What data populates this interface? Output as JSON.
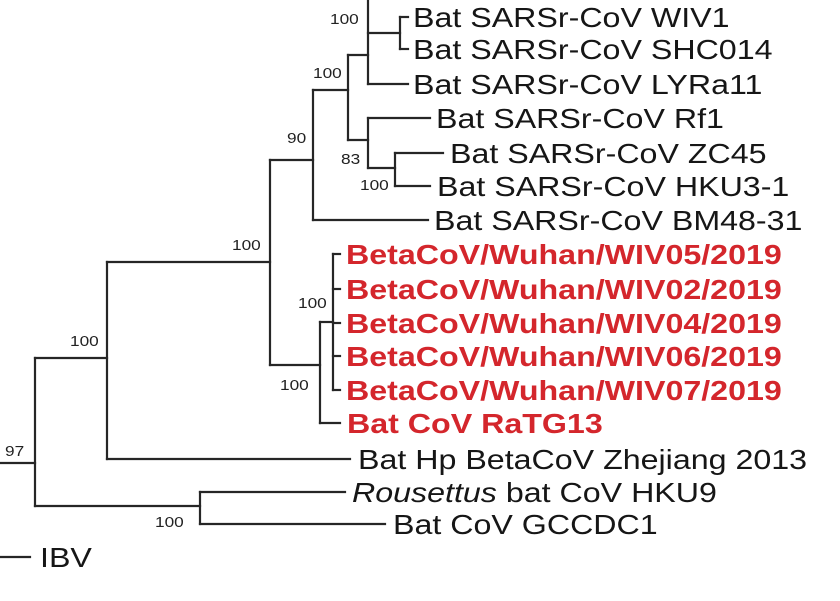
{
  "leaves": [
    {
      "label": "Bat SARSr-CoV WIV1",
      "highlight": false
    },
    {
      "label": "Bat SARSr-CoV SHC014",
      "highlight": false
    },
    {
      "label": "Bat SARSr-CoV LYRa11",
      "highlight": false
    },
    {
      "label": "Bat SARSr-CoV Rf1",
      "highlight": false
    },
    {
      "label": "Bat SARSr-CoV ZC45",
      "highlight": false
    },
    {
      "label": "Bat SARSr-CoV HKU3-1",
      "highlight": false
    },
    {
      "label": "Bat SARSr-CoV BM48-31",
      "highlight": false
    },
    {
      "label": "BetaCoV/Wuhan/WIV05/2019",
      "highlight": true
    },
    {
      "label": "BetaCoV/Wuhan/WIV02/2019",
      "highlight": true
    },
    {
      "label": "BetaCoV/Wuhan/WIV04/2019",
      "highlight": true
    },
    {
      "label": "BetaCoV/Wuhan/WIV06/2019",
      "highlight": true
    },
    {
      "label": "BetaCoV/Wuhan/WIV07/2019",
      "highlight": true
    },
    {
      "label": "Bat CoV RaTG13",
      "highlight": true
    },
    {
      "label": "Bat Hp BetaCoV Zhejiang 2013",
      "highlight": false
    },
    {
      "label_italic": "Rousettus",
      "label": " bat CoV HKU9",
      "highlight": false
    },
    {
      "label": "Bat CoV GCCDC1",
      "highlight": false
    },
    {
      "label": "IBV",
      "highlight": false
    }
  ],
  "bootstrap_values": [
    "100",
    "100",
    "90",
    "83",
    "100",
    "100",
    "100",
    "100",
    "100",
    "97",
    "100"
  ],
  "colors": {
    "highlight": "#d4262c",
    "branch": "#262626",
    "text": "#161616"
  }
}
